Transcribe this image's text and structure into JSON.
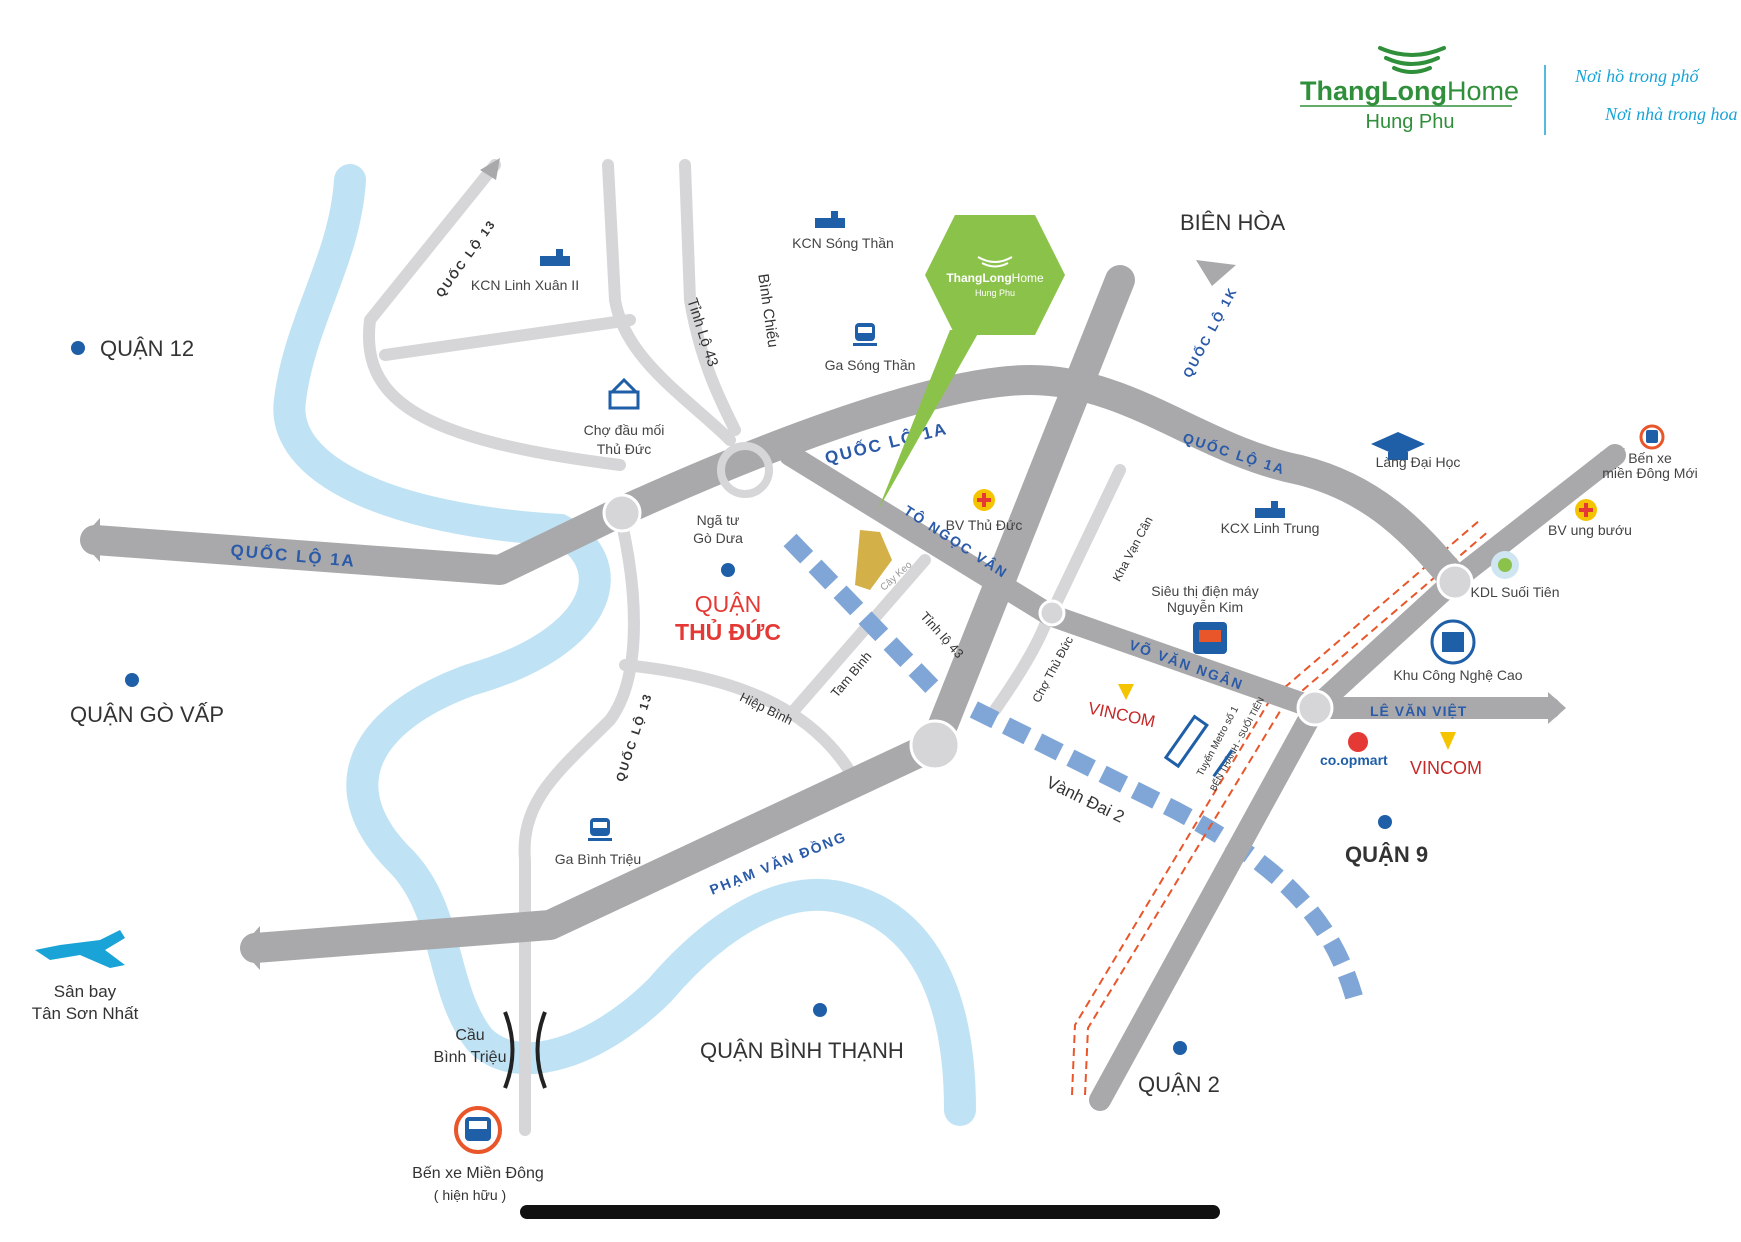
{
  "brand": {
    "name_part1": "ThangLong",
    "name_part2": "Home",
    "sub": "Hung Phu",
    "slogan_line1": "Nơi hồ trong phố",
    "slogan_line2": "Nơi nhà trong hoa",
    "color_green": "#2f8f3a",
    "color_blue": "#1aa3d6"
  },
  "project_marker": {
    "name_part1": "ThangLong",
    "name_part2": "Home",
    "sub": "Hung Phu",
    "color": "#8bc34a"
  },
  "districts": [
    {
      "id": "quan-12",
      "label": "QUẬN 12"
    },
    {
      "id": "quan-go-vap",
      "label": "QUẬN GÒ VẤP"
    },
    {
      "id": "quan-thu-duc",
      "label_line1": "QUẬN",
      "label_line2": "THỦ ĐỨC",
      "color": "#e53935"
    },
    {
      "id": "quan-binh-thanh",
      "label": "QUẬN BÌNH THẠNH"
    },
    {
      "id": "quan-9",
      "label": "QUẬN 9"
    },
    {
      "id": "quan-2",
      "label": "QUẬN 2"
    }
  ],
  "destinations": {
    "bien_hoa": "BIÊN HÒA"
  },
  "roads": {
    "ql1a_west": "QUỐC LỘ 1A",
    "ql1a_mid": "QUỐC LỘ 1A",
    "ql1a_east": "QUỐC LỘ 1A",
    "ql1k": "QUỐC LỘ 1K",
    "pvd_north": "PHẠM VĂN ĐỒNG",
    "pvd_south": "PHẠM VĂN ĐỒNG",
    "to_ngoc_van": "TÔ NGỌC VÂN",
    "vo_van_ngan": "VÕ VĂN NGÂN",
    "le_van_viet": "LÊ VĂN VIỆT",
    "ql13_north": "QUỐC LỘ 13",
    "ql13_south": "QUỐC LỘ 13"
  },
  "streets": {
    "tinh_lo_43_north": "Tỉnh Lộ 43",
    "binh_chieu": "Bình Chiểu",
    "tinh_lo_43_south": "Tỉnh lộ 43",
    "tam_binh": "Tam Bình",
    "hiep_binh": "Hiệp Bình",
    "cho_thu_duc": "Chợ Thủ Đức",
    "kha_van_can": "Kha Vạn Cân",
    "vanh_dai_2": "Vành Đai 2",
    "cay_keo": "Cây Keo",
    "metro_line1": "Tuyến Metro số 1",
    "metro_line2": "BẾN THÀNH - SUỐI TIÊN"
  },
  "pois": {
    "kcn_linh_xuan": "KCN Linh Xuân II",
    "kcn_song_than": "KCN Sóng Thần",
    "ga_song_than": "Ga Sóng Thần",
    "cho_dau_moi_1": "Chợ đầu mối",
    "cho_dau_moi_2": "Thủ Đức",
    "nga_tu_1": "Ngã tư",
    "nga_tu_2": "Gò Dưa",
    "bv_thu_duc": "BV Thủ Đức",
    "kcx_linh_trung": "KCX Linh Trung",
    "lang_dai_hoc": "Làng Đại Học",
    "ben_xe_moi_1": "Bến xe",
    "ben_xe_moi_2": "miền Đông Mới",
    "bv_ung_buou": "BV ung bướu",
    "kdl_suoi_tien": "KDL Suối Tiên",
    "sieu_thi_1": "Siêu thị điện máy",
    "sieu_thi_2": "Nguyễn Kim",
    "khu_cong_nghe": "Khu Công Nghệ Cao",
    "vincom_1": "VINCOM",
    "vincom_2": "VINCOM",
    "coopmart": "co.opmart",
    "ga_binh_trieu": "Ga Bình Triệu",
    "san_bay_1": "Sân bay",
    "san_bay_2": "Tân Sơn Nhất",
    "cau_1": "Cầu",
    "cau_2": "Bình Triệu",
    "ben_xe_md_1": "Bến xe Miền Đông",
    "ben_xe_md_2": "( hiện hữu )"
  },
  "colors": {
    "road": "#a9a9ab",
    "road_light": "#d6d6d8",
    "river": "#bfe3f5",
    "dashed": "#7fa6d6",
    "metro": "#e8562a",
    "icon_blue": "#1f5fa8"
  }
}
